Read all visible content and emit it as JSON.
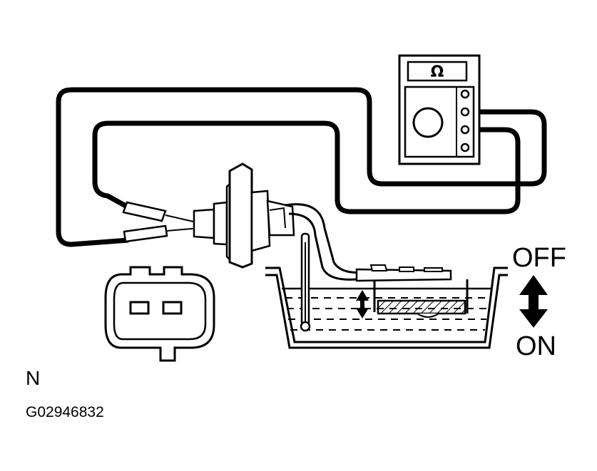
{
  "meter": {
    "symbol": "Ω"
  },
  "arrow_labels": {
    "top": "OFF",
    "bottom": "ON"
  },
  "connector_view_label": "N",
  "figure_code": "G02946832",
  "colors": {
    "ink": "#000000",
    "paper": "#ffffff",
    "fuel_hatch": "#000000"
  },
  "icons": {
    "meter": "ohmmeter-icon",
    "connector": "connector-front-view-icon",
    "float_arrow": "double-headed-arrow-icon",
    "switch_arrow": "double-headed-arrow-icon"
  }
}
